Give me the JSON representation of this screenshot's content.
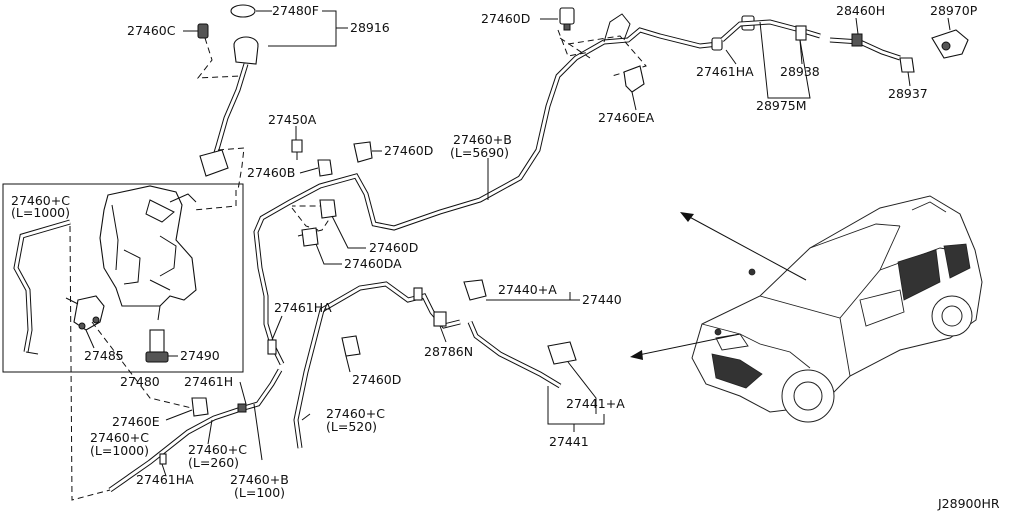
{
  "labels": {
    "p27460C_top": "27460C",
    "p27480F": "27480F",
    "p28916": "28916",
    "p27460D_top": "27460D",
    "p27461HA_top": "27461HA",
    "p28938": "28938",
    "p28975M": "28975M",
    "p28460H": "28460H",
    "p28970P": "28970P",
    "p28937": "28937",
    "p27460EA": "27460EA",
    "p27450A": "27450A",
    "p27460B": "27460B",
    "p27460D_mid": "27460D",
    "p27460B_hose": "27460+B",
    "p27460B_hose_len": "(L=5690)",
    "p27460C_left": "27460+C",
    "p27460C_left_len": "(L=1000)",
    "p27460D_lower": "27460D",
    "p27460DA": "27460DA",
    "p27461HA_mid": "27461HA",
    "p27440A": "27440+A",
    "p27440": "27440",
    "p27485": "27485",
    "p27490": "27490",
    "p27480": "27480",
    "p28786N": "28786N",
    "p27460D_bottom": "27460D",
    "p27461H": "27461H",
    "p27460E": "27460E",
    "p27460C_520": "27460+C",
    "p27460C_520_len": "(L=520)",
    "p27441A": "27441+A",
    "p27460C_1000b": "27460+C",
    "p27460C_1000b_len": "(L=1000)",
    "p27460C_260": "27460+C",
    "p27460C_260_len": "(L=260)",
    "p27441": "27441",
    "p27461HA_bottom": "27461HA",
    "p27460B_100": "27460+B",
    "p27460B_100_len": "(L=100)",
    "diagram_code": "J28900HR"
  },
  "icons": [
    "clip-icon",
    "nozzle-icon",
    "pump-icon",
    "check-valve-icon",
    "reservoir-tank-icon",
    "vehicle-icon",
    "pointer-arrow-icon"
  ]
}
